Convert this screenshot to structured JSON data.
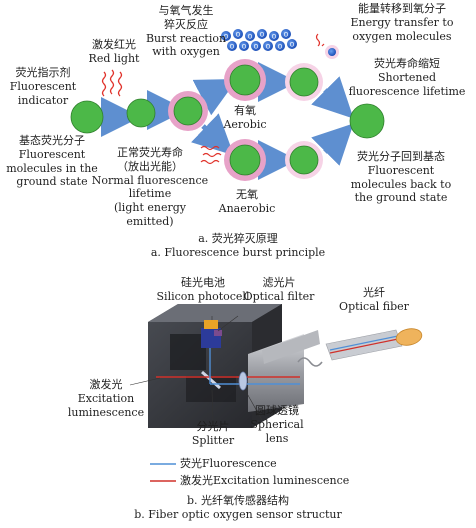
{
  "part_a": {
    "caption_cn": "a. 荧光猝灭原理",
    "caption_en": "a. Fluorescence burst principle",
    "fluorescent_indicator": {
      "cn": "荧光指示剂",
      "en1": "Fluorescent",
      "en2": "indicator"
    },
    "red_light": {
      "cn": "激发红光",
      "en": "Red light"
    },
    "burst_reaction": {
      "cn1": "与氧气发生",
      "cn2": "猝灭反应",
      "en1": "Burst reaction",
      "en2": "with oxygen"
    },
    "energy_transfer": {
      "cn": "能量转移到氧分子",
      "en1": "Energy transfer to",
      "en2": "oxygen molecules"
    },
    "shortened": {
      "cn": "荧光寿命缩短",
      "en1": "Shortened",
      "en2": "fluorescence lifetime"
    },
    "aerobic": {
      "cn": "有氧",
      "en": "Aerobic"
    },
    "ground_state": {
      "cn": "基态荧光分子",
      "en1": "Fluorescent",
      "en2": "molecules in the",
      "en3": "ground state"
    },
    "normal_lifetime": {
      "cn1": "正常荧光寿命",
      "cn2": "（放出光能）",
      "en1": "Normal fluorescence",
      "en2": "lifetime",
      "en3": "(light energy emitted)"
    },
    "anaerobic": {
      "cn": "无氧",
      "en": "Anaerobic"
    },
    "back_to_ground": {
      "cn": "荧光分子回到基态",
      "en1": "Fluorescent",
      "en2": "molecules back to",
      "en3": "the ground state"
    },
    "oxygen_symbol": "O"
  },
  "part_b": {
    "caption_cn": "b. 光纤氧传感器结构",
    "caption_en": "b. Fiber optic oxygen sensor structur",
    "silicon_photocell": {
      "cn": "硅光电池",
      "en": "Silicon photocell"
    },
    "optical_filter": {
      "cn": "滤光片",
      "en": "Optical filter"
    },
    "optical_fiber": {
      "cn": "光纤",
      "en": "Optical fiber"
    },
    "excitation": {
      "cn": "激发光",
      "en1": "Excitation",
      "en2": "luminescence"
    },
    "splitter": {
      "cn": "分光片",
      "en": "Splitter"
    },
    "spherical_lens": {
      "cn": "圆球透镜",
      "en1": "Spherical",
      "en2": "lens"
    },
    "legend": [
      {
        "label": "荧光Fluorescence",
        "color": "#4f8fd6"
      },
      {
        "label": "激发光Excitation luminescence",
        "color": "#d0302a"
      }
    ]
  },
  "colors": {
    "green": "#4cb848",
    "pink_ring": "#e7a2c8",
    "pale_ring": "#f6d3e6",
    "arrow_blue": "#5e8fd0",
    "red_wave": "#e0312a"
  }
}
